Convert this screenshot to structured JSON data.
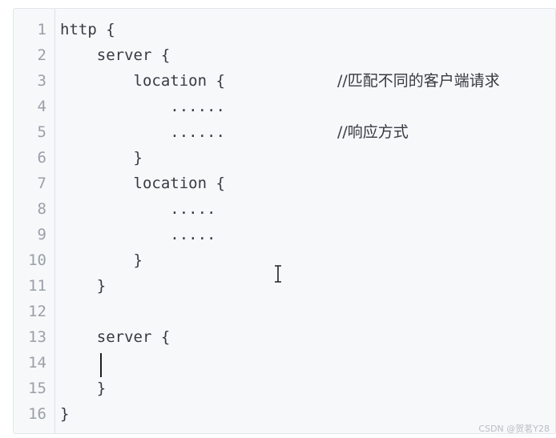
{
  "editor": {
    "line_numbers": [
      "1",
      "2",
      "3",
      "4",
      "5",
      "6",
      "7",
      "8",
      "9",
      "10",
      "11",
      "12",
      "13",
      "14",
      "15",
      "16"
    ],
    "lines": [
      "http {",
      "    server {",
      "        location {",
      "            ......",
      "            ......",
      "        }",
      "        location {",
      "            .....",
      "            .....",
      "        }",
      "    }",
      "",
      "    server {",
      "",
      "    }",
      "}"
    ],
    "comment_line3": "//匹配不同的客户端请求",
    "comment_line5": "//响应方式"
  },
  "watermark": "CSDN @贺茗Y28"
}
